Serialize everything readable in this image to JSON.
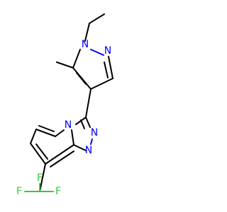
{
  "molecule": {
    "atoms": {
      "n_pz1": "N",
      "n_pz2": "N",
      "n_bridge": "N",
      "n_tr1": "N",
      "n_tr2": "N",
      "f1": "F",
      "f2": "F",
      "f3": "F"
    }
  },
  "colors": {
    "bond": "#000000",
    "nitrogen": "#0000ff",
    "fluorine": "#33cc33"
  }
}
